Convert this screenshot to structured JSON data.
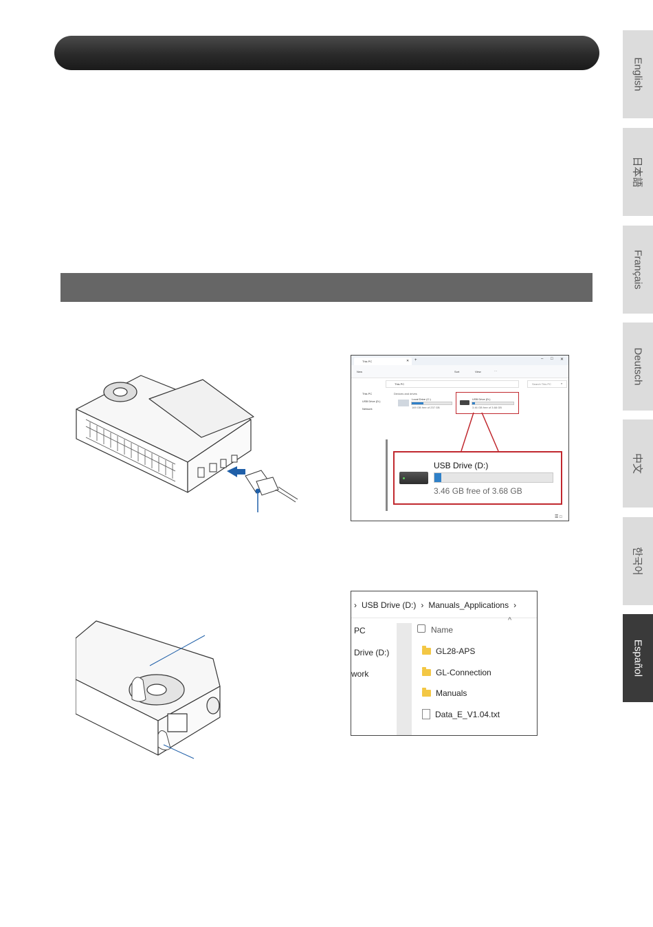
{
  "language_tabs": [
    {
      "label": "English"
    },
    {
      "label": "日本語"
    },
    {
      "label": "Français"
    },
    {
      "label": "Deutsch"
    },
    {
      "label": "中文"
    },
    {
      "label": "한국어"
    },
    {
      "label": "Español",
      "active": true
    }
  ],
  "explorer_window": {
    "tab_title": "This PC",
    "toolbar": {
      "new": "New",
      "sort": "Sort",
      "view": "View",
      "more": "···"
    },
    "address": "This PC",
    "search_placeholder": "Search This PC",
    "nav": [
      "This PC",
      "USB Drive (D:)",
      "Network"
    ],
    "group_header": "Devices and drives",
    "local_drive": {
      "name": "Local Drive (C:)",
      "free": "169 GB free of 237 GB",
      "used_fraction": 0.29
    },
    "usb_drive": {
      "name": "USB Drive (D:)",
      "free": "3.46 GB free of 3.68 GB",
      "used_fraction": 0.06
    },
    "zoom_callout": {
      "name": "USB Drive (D:)",
      "free": "3.46 GB free of 3.68 GB"
    }
  },
  "file_listing": {
    "breadcrumb": [
      "USB Drive (D:)",
      "Manuals_Applications"
    ],
    "nav_pane": [
      "PC",
      "Drive (D:)",
      "work"
    ],
    "column_header": "Name",
    "items": [
      {
        "name": "GL28-APS",
        "type": "folder"
      },
      {
        "name": "GL-Connection",
        "type": "folder"
      },
      {
        "name": "Manuals",
        "type": "folder"
      },
      {
        "name": "Data_E_V1.04.txt",
        "type": "file"
      }
    ]
  },
  "colors": {
    "accent_blue": "#1f5fa8",
    "callout_red": "#c0272d",
    "tab_active": "#3a3a3a",
    "tab_inactive": "#dcdcdc"
  }
}
